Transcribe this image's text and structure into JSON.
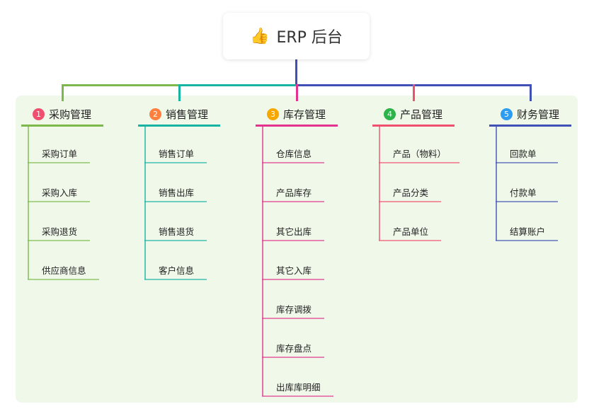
{
  "root": {
    "icon": "thumbs-up-icon",
    "title": "ERP 后台",
    "color": "#3f51b5"
  },
  "branches": [
    {
      "num": "1",
      "title": "采购管理",
      "color": "#7cb94a",
      "badge": "#f0506e",
      "items": [
        "采购订单",
        "采购入库",
        "采购退货",
        "供应商信息"
      ]
    },
    {
      "num": "2",
      "title": "销售管理",
      "color": "#17b3a3",
      "badge": "#ff7f3f",
      "items": [
        "销售订单",
        "销售出库",
        "销售退货",
        "客户信息"
      ]
    },
    {
      "num": "3",
      "title": "库存管理",
      "color": "#e3338e",
      "badge": "#f6a700",
      "items": [
        "仓库信息",
        "产品库存",
        "其它出库",
        "其它入库",
        "库存调拨",
        "库存盘点",
        "出库库明细"
      ]
    },
    {
      "num": "4",
      "title": "产品管理",
      "color": "#f0506e",
      "badge": "#2cb34a",
      "items": [
        "产品（物料）",
        "产品分类",
        "产品单位"
      ]
    },
    {
      "num": "5",
      "title": "财务管理",
      "color": "#3f51b5",
      "badge": "#2e9cf0",
      "items": [
        "回款单",
        "付款单",
        "结算账户"
      ]
    }
  ]
}
